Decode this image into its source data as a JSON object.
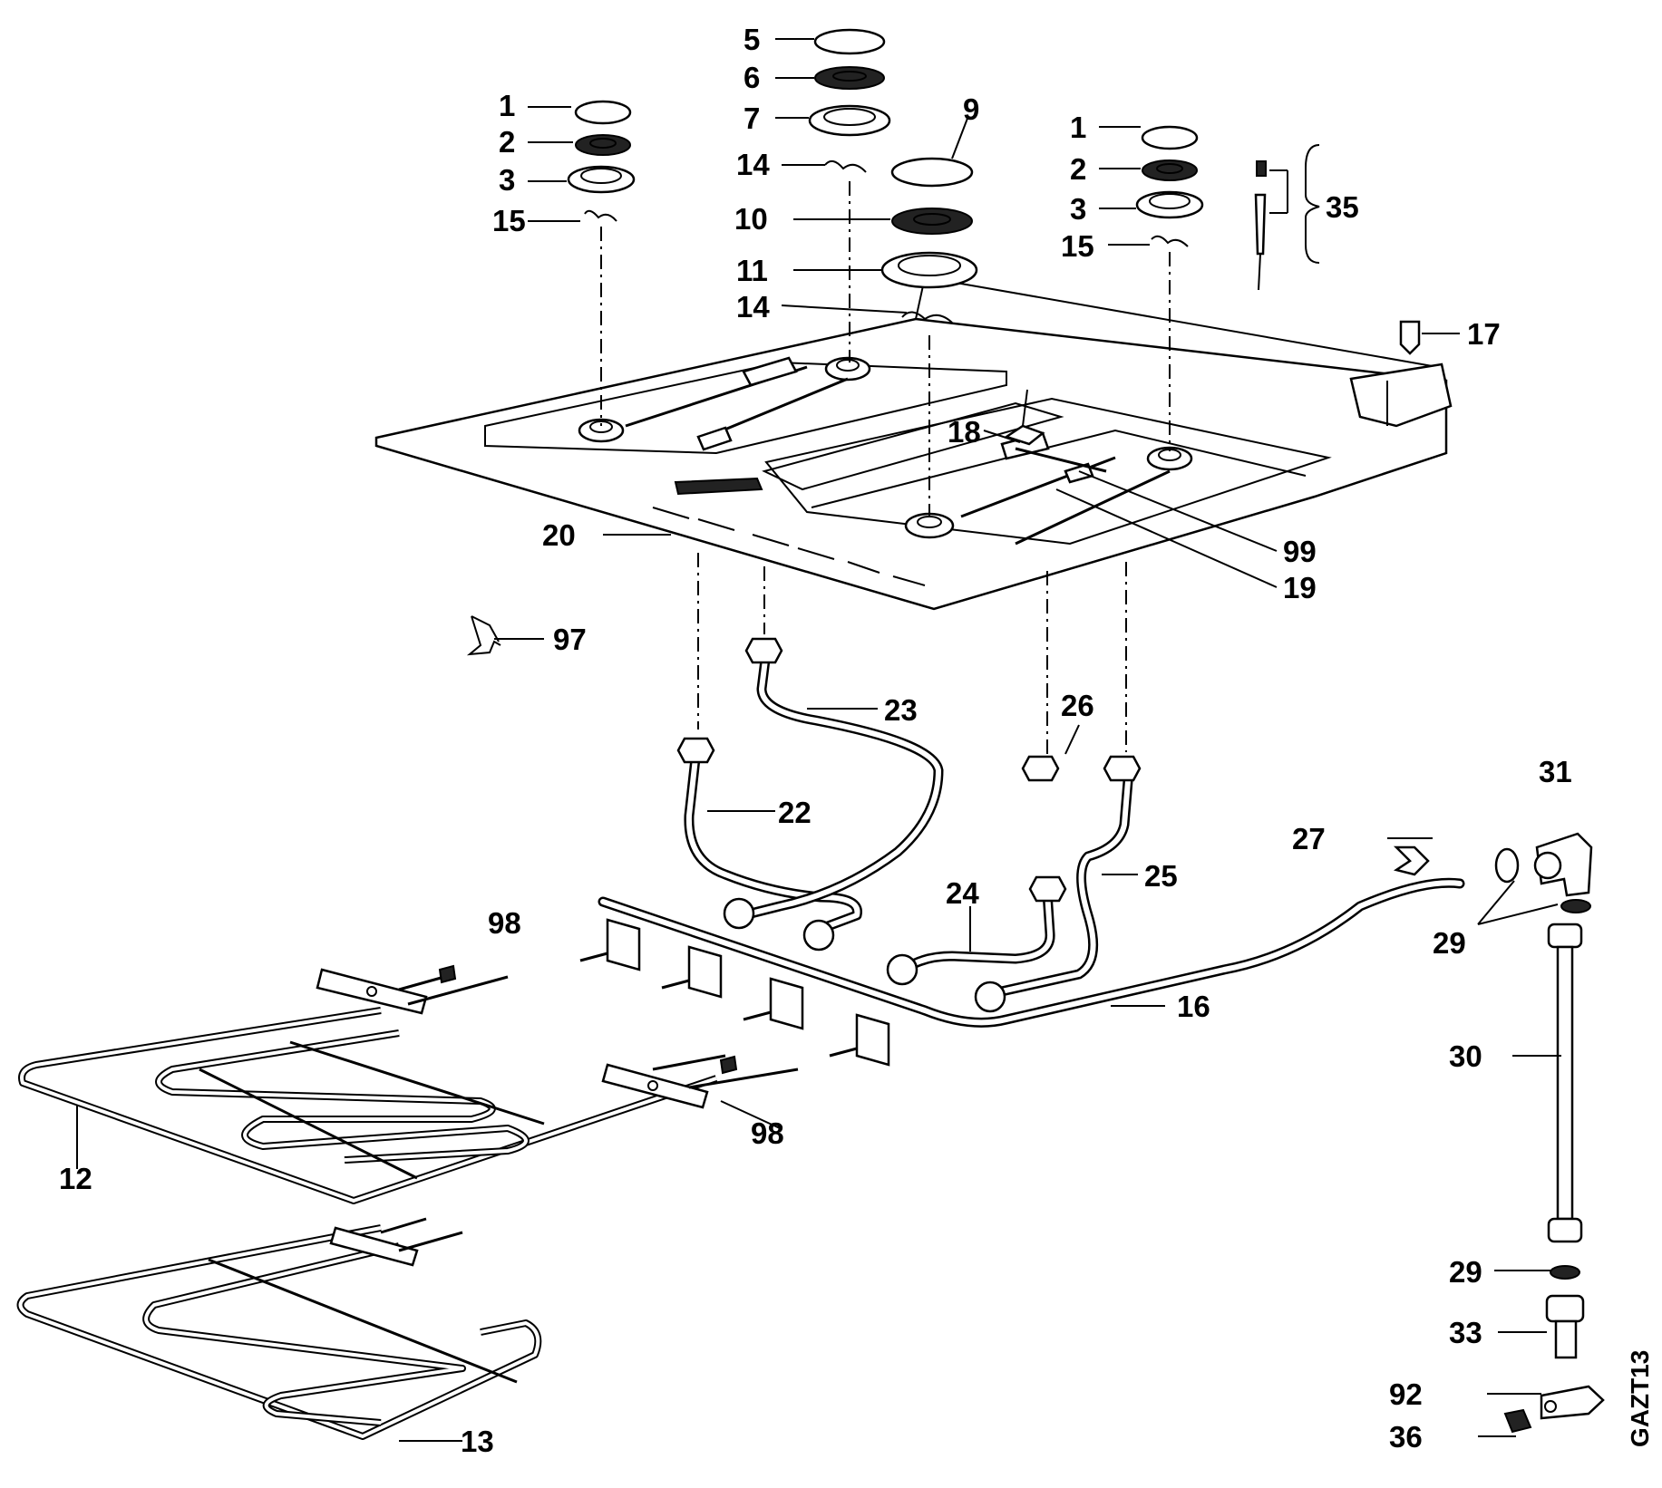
{
  "diagram": {
    "code": "GAZT13",
    "callouts": [
      {
        "id": "c-1a",
        "label": "1"
      },
      {
        "id": "c-2a",
        "label": "2"
      },
      {
        "id": "c-3a",
        "label": "3"
      },
      {
        "id": "c-15a",
        "label": "15"
      },
      {
        "id": "c-5",
        "label": "5"
      },
      {
        "id": "c-6",
        "label": "6"
      },
      {
        "id": "c-7",
        "label": "7"
      },
      {
        "id": "c-14a",
        "label": "14"
      },
      {
        "id": "c-9",
        "label": "9"
      },
      {
        "id": "c-10",
        "label": "10"
      },
      {
        "id": "c-11",
        "label": "11"
      },
      {
        "id": "c-14b",
        "label": "14"
      },
      {
        "id": "c-1b",
        "label": "1"
      },
      {
        "id": "c-2b",
        "label": "2"
      },
      {
        "id": "c-3b",
        "label": "3"
      },
      {
        "id": "c-15b",
        "label": "15"
      },
      {
        "id": "c-35",
        "label": "35"
      },
      {
        "id": "c-17",
        "label": "17"
      },
      {
        "id": "c-18",
        "label": "18"
      },
      {
        "id": "c-20",
        "label": "20"
      },
      {
        "id": "c-99",
        "label": "99"
      },
      {
        "id": "c-19",
        "label": "19"
      },
      {
        "id": "c-97",
        "label": "97"
      },
      {
        "id": "c-23",
        "label": "23"
      },
      {
        "id": "c-26",
        "label": "26"
      },
      {
        "id": "c-22",
        "label": "22"
      },
      {
        "id": "c-31",
        "label": "31"
      },
      {
        "id": "c-27",
        "label": "27"
      },
      {
        "id": "c-25",
        "label": "25"
      },
      {
        "id": "c-24",
        "label": "24"
      },
      {
        "id": "c-29a",
        "label": "29"
      },
      {
        "id": "c-98a",
        "label": "98"
      },
      {
        "id": "c-16",
        "label": "16"
      },
      {
        "id": "c-30",
        "label": "30"
      },
      {
        "id": "c-12",
        "label": "12"
      },
      {
        "id": "c-98b",
        "label": "98"
      },
      {
        "id": "c-13",
        "label": "13"
      },
      {
        "id": "c-29b",
        "label": "29"
      },
      {
        "id": "c-33",
        "label": "33"
      },
      {
        "id": "c-92",
        "label": "92"
      },
      {
        "id": "c-36",
        "label": "36"
      }
    ]
  }
}
